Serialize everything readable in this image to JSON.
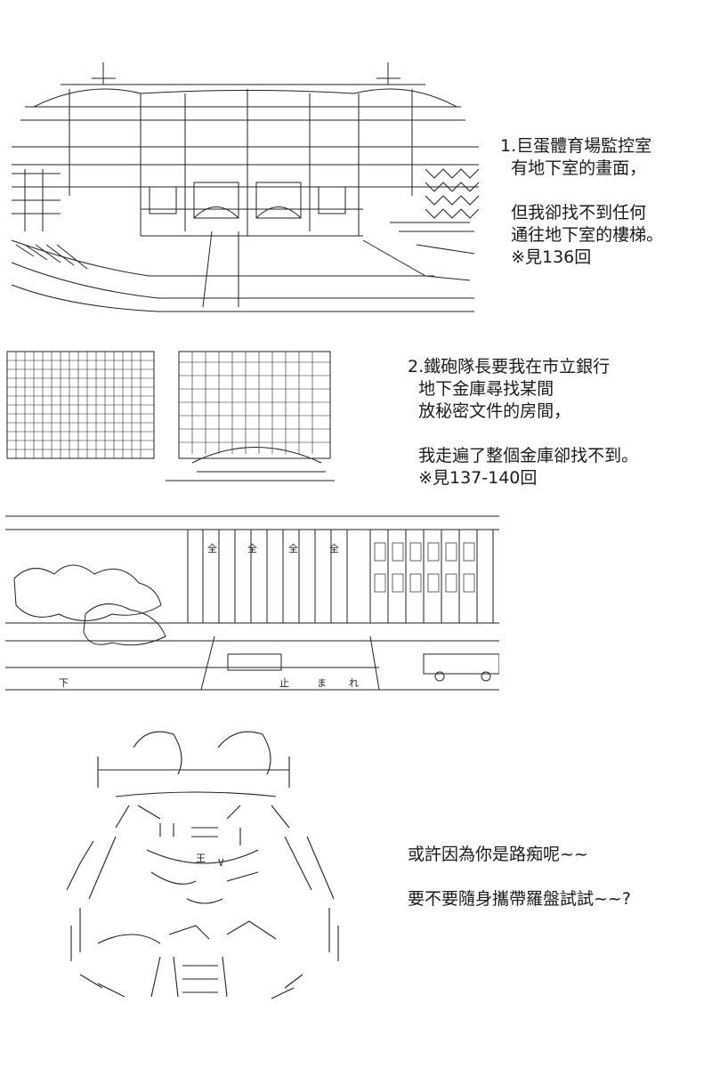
{
  "panels": [
    {
      "id": "panel-1",
      "caption_lines": [
        "1.巨蛋體育場監控室",
        "  有地下室的畫面，",
        "",
        "  但我卻找不到任何",
        "  通往地下室的樓梯。",
        "  ※見136回"
      ]
    },
    {
      "id": "panel-2",
      "caption_lines": [
        "2.鐵砲隊長要我在市立銀行",
        "  地下金庫尋找某間",
        "  放秘密文件的房間，",
        "",
        "  我走遍了整個金庫卻找不到。",
        "  ※見137-140回"
      ],
      "art_text": [
        "全",
        "止",
        "ま",
        "れ",
        "下"
      ]
    },
    {
      "id": "panel-3",
      "caption_lines": [
        "或許因為你是路痴呢~~",
        "",
        "要不要隨身攜帶羅盤試試~~?"
      ],
      "art_text": [
        "王",
        "V"
      ]
    }
  ],
  "colors": {
    "ink": "#1a1a1a",
    "background": "#ffffff"
  }
}
